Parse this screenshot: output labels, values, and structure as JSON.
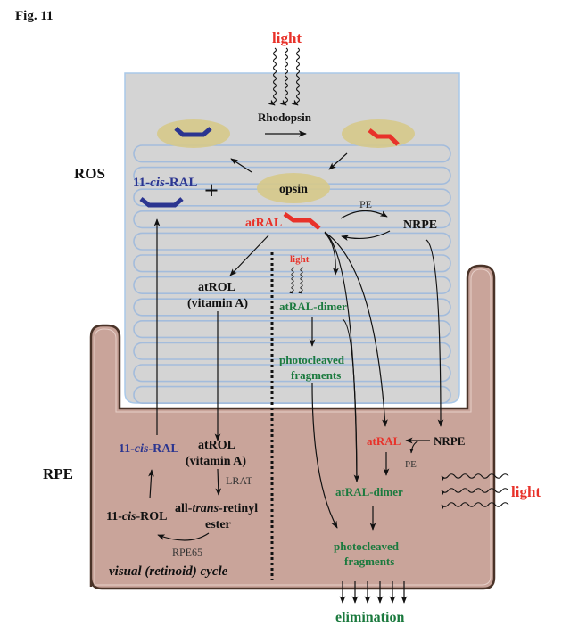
{
  "figure_label": "Fig. 11",
  "colors": {
    "red": "#e8322a",
    "blue": "#2b3590",
    "green": "#1b7a3e",
    "black": "#111111",
    "ros_fill": "#d4d4d4",
    "ros_border": "#a9c8e8",
    "disc_stroke": "#a3bcdc",
    "rpe_fill": "#c9a49a",
    "rpe_border": "#4a3328",
    "opsin_fill": "#d6c98a"
  },
  "regions": {
    "ros_label": "ROS",
    "rpe_label": "RPE"
  },
  "ros": {
    "light_top": "light",
    "rhodopsin": "Rhodopsin",
    "cis_ral": "11-cis-RAL",
    "cis_ral_prefix": "11-",
    "cis_ral_italic": "cis",
    "cis_ral_suffix": "-RAL",
    "plus": "+",
    "opsin": "opsin",
    "atral": "atRAL",
    "pe": "PE",
    "nrpe": "NRPE",
    "atrol_line1": "atROL",
    "atrol_line2": "(vitamin A)",
    "light_small": "light",
    "atral_dimer": "atRAL-dimer",
    "fragments_line1": "photocleaved",
    "fragments_line2": "fragments"
  },
  "rpe": {
    "cis_ral_prefix": "11-",
    "cis_ral_italic": "cis",
    "cis_ral_suffix": "-RAL",
    "atrol_line1": "atROL",
    "atrol_line2": "(vitamin A)",
    "lrat": "LRAT",
    "ester_prefix": "all-",
    "ester_italic": "trans",
    "ester_suffix": "-retinyl",
    "ester_line2": "ester",
    "cis_rol_prefix": "11-",
    "cis_rol_italic": "cis",
    "cis_rol_suffix": "-ROL",
    "rpe65": "RPE65",
    "cycle_caption": "visual (retinoid) cycle",
    "atral": "atRAL",
    "nrpe": "NRPE",
    "pe": "PE",
    "atral_dimer": "atRAL-dimer",
    "light_side": "light",
    "fragments_line1": "photocleaved",
    "fragments_line2": "fragments",
    "elimination": "elimination"
  }
}
